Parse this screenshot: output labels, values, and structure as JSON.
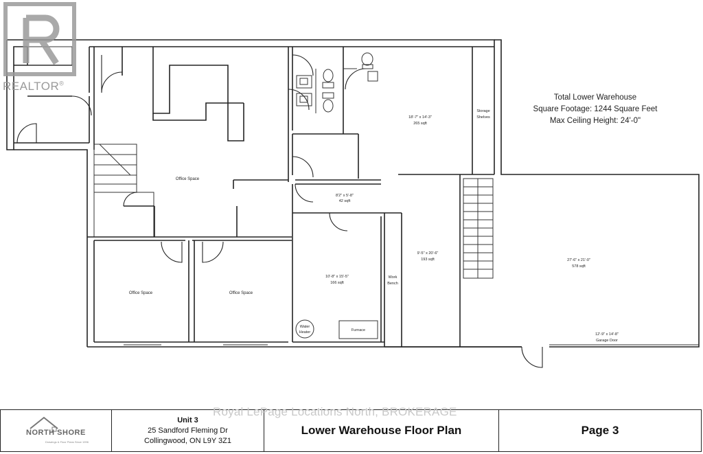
{
  "watermark": {
    "text": "REALTOR",
    "mark": "®"
  },
  "summary": {
    "line1": "Total Lower Warehouse",
    "line2": "Square Footage: 1244 Square Feet",
    "line3": "Max Ceiling Height: 24'-0\""
  },
  "rooms": {
    "office_main": "Office Space",
    "office_left": "Office Space",
    "office_right": "Office Space",
    "hall_dims": "8'2\" x 5'-8\"",
    "hall_area": "42 sqft",
    "top_dims": "18'-7\" x 14'-3\"",
    "top_area": "265 sqft",
    "mech_dims": "10'-8\" x 15'-5\"",
    "mech_area": "166 sqft",
    "mid_dims": "9'-5\" x 20'-6\"",
    "mid_area": "193 sqft",
    "garage_dims": "27'-6\" x 21'-0\"",
    "garage_area": "578 sqft",
    "garage_door": "12'-9\" x 14'-8\"",
    "garage_door_label": "Garage Door",
    "storage_1": "Storage",
    "storage_2": "Shelves",
    "work_1": "Work",
    "work_2": "Bench",
    "water_1": "Water",
    "water_2": "Heater",
    "furnace": "Furnace"
  },
  "title_block": {
    "logo_text": "NORTH SHORE",
    "logo_sub": "Drawings & Floor Plans Since 1996",
    "unit": "Unit 3",
    "street": "25 Sandford Fleming Dr",
    "city": "Collingwood, ON L9Y 3Z1",
    "plan_title": "Lower Warehouse Floor Plan",
    "page": "Page 3",
    "brokerage": "Royal LePage Locations North, BROKERAGE"
  }
}
